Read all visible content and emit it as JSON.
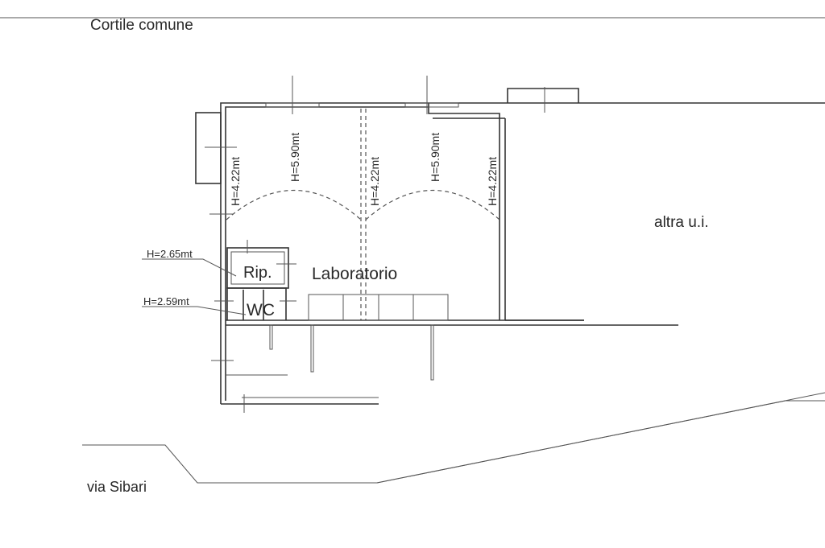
{
  "labels": {
    "courtyard": "Cortile comune",
    "other_unit": "altra u.i.",
    "street": "via Sibari",
    "lab": "Laboratorio",
    "storage": "Rip.",
    "wc": "WC"
  },
  "heights": {
    "left_wall": "H=4.22mt",
    "left_vault": "H=5.90mt",
    "center": "H=4.22mt",
    "right_vault": "H=5.90mt",
    "right_wall": "H=4.22mt",
    "storage": "H=2.65mt",
    "wc": "H=2.59mt"
  }
}
